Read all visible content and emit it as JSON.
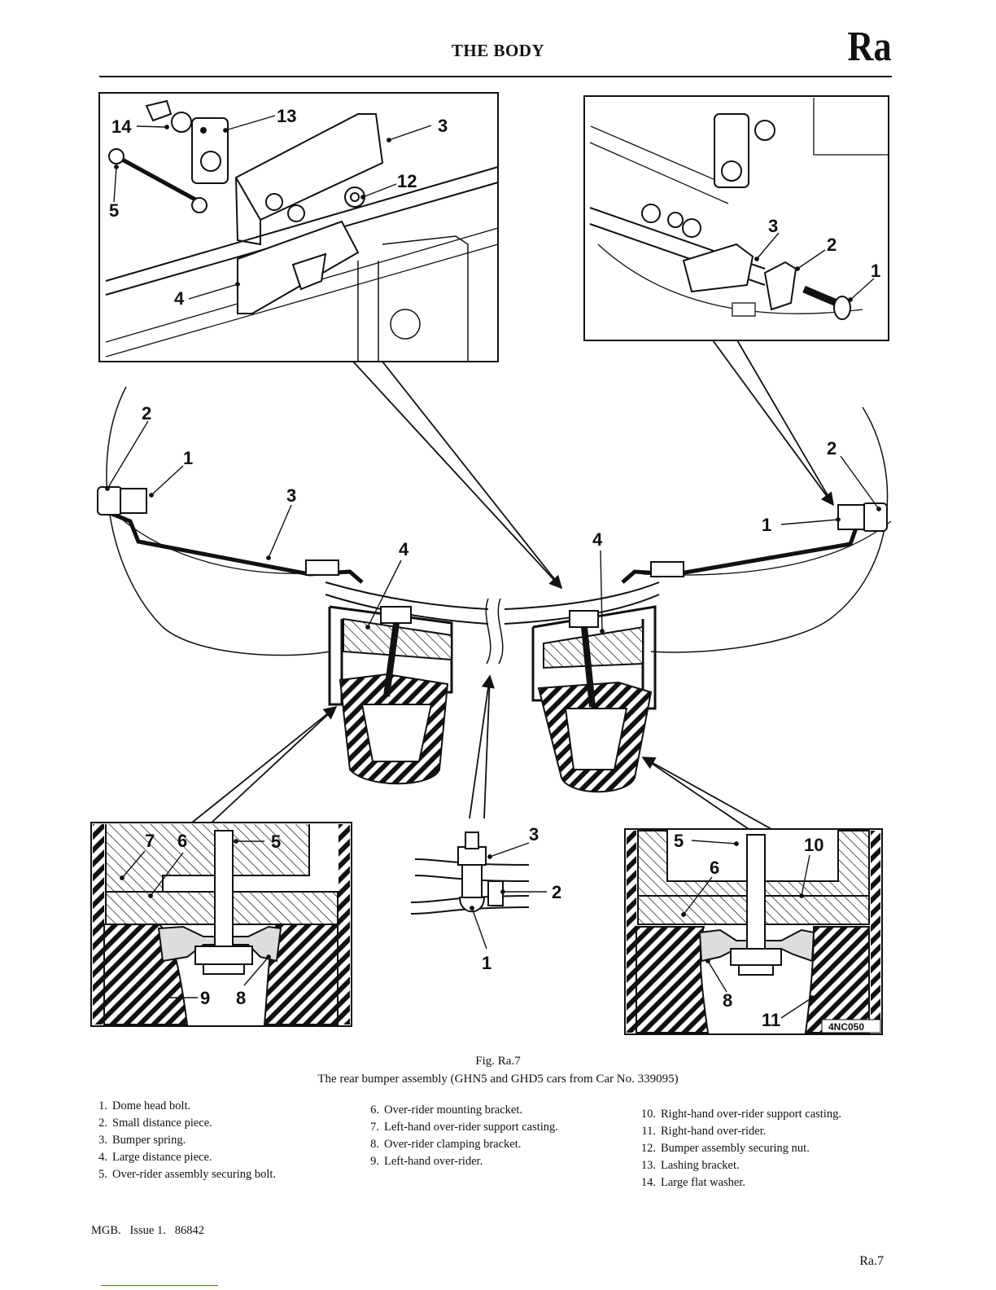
{
  "header": {
    "title": "THE BODY",
    "section_code": "Ra"
  },
  "figure": {
    "number": "Fig. Ra.7",
    "caption": "The rear bumper assembly (GHN5 and GHD5 cars from Car No. 339095)",
    "drawing_code": "4NC050",
    "callouts": [
      "1",
      "2",
      "3",
      "4",
      "5",
      "6",
      "7",
      "8",
      "9",
      "10",
      "11",
      "12",
      "13",
      "14"
    ]
  },
  "legend": {
    "col1": [
      {
        "num": "1.",
        "text": "Dome head bolt."
      },
      {
        "num": "2.",
        "text": "Small distance piece."
      },
      {
        "num": "3.",
        "text": "Bumper spring."
      },
      {
        "num": "4.",
        "text": "Large distance piece."
      },
      {
        "num": "5.",
        "text": "Over-rider assembly securing bolt."
      }
    ],
    "col2": [
      {
        "num": "6.",
        "text": "Over-rider mounting bracket."
      },
      {
        "num": "7.",
        "text": "Left-hand over-rider support casting."
      },
      {
        "num": "8.",
        "text": "Over-rider clamping bracket."
      },
      {
        "num": "9.",
        "text": "Left-hand over-rider."
      }
    ],
    "col3": [
      {
        "num": "10.",
        "text": "Right-hand over-rider support casting."
      },
      {
        "num": "11.",
        "text": "Right-hand over-rider."
      },
      {
        "num": "12.",
        "text": "Bumper assembly securing nut."
      },
      {
        "num": "13.",
        "text": "Lashing bracket."
      },
      {
        "num": "14.",
        "text": "Large flat washer."
      }
    ]
  },
  "footer": {
    "left": "MGB.   Issue 1.   86842",
    "right": "Ra.7"
  }
}
